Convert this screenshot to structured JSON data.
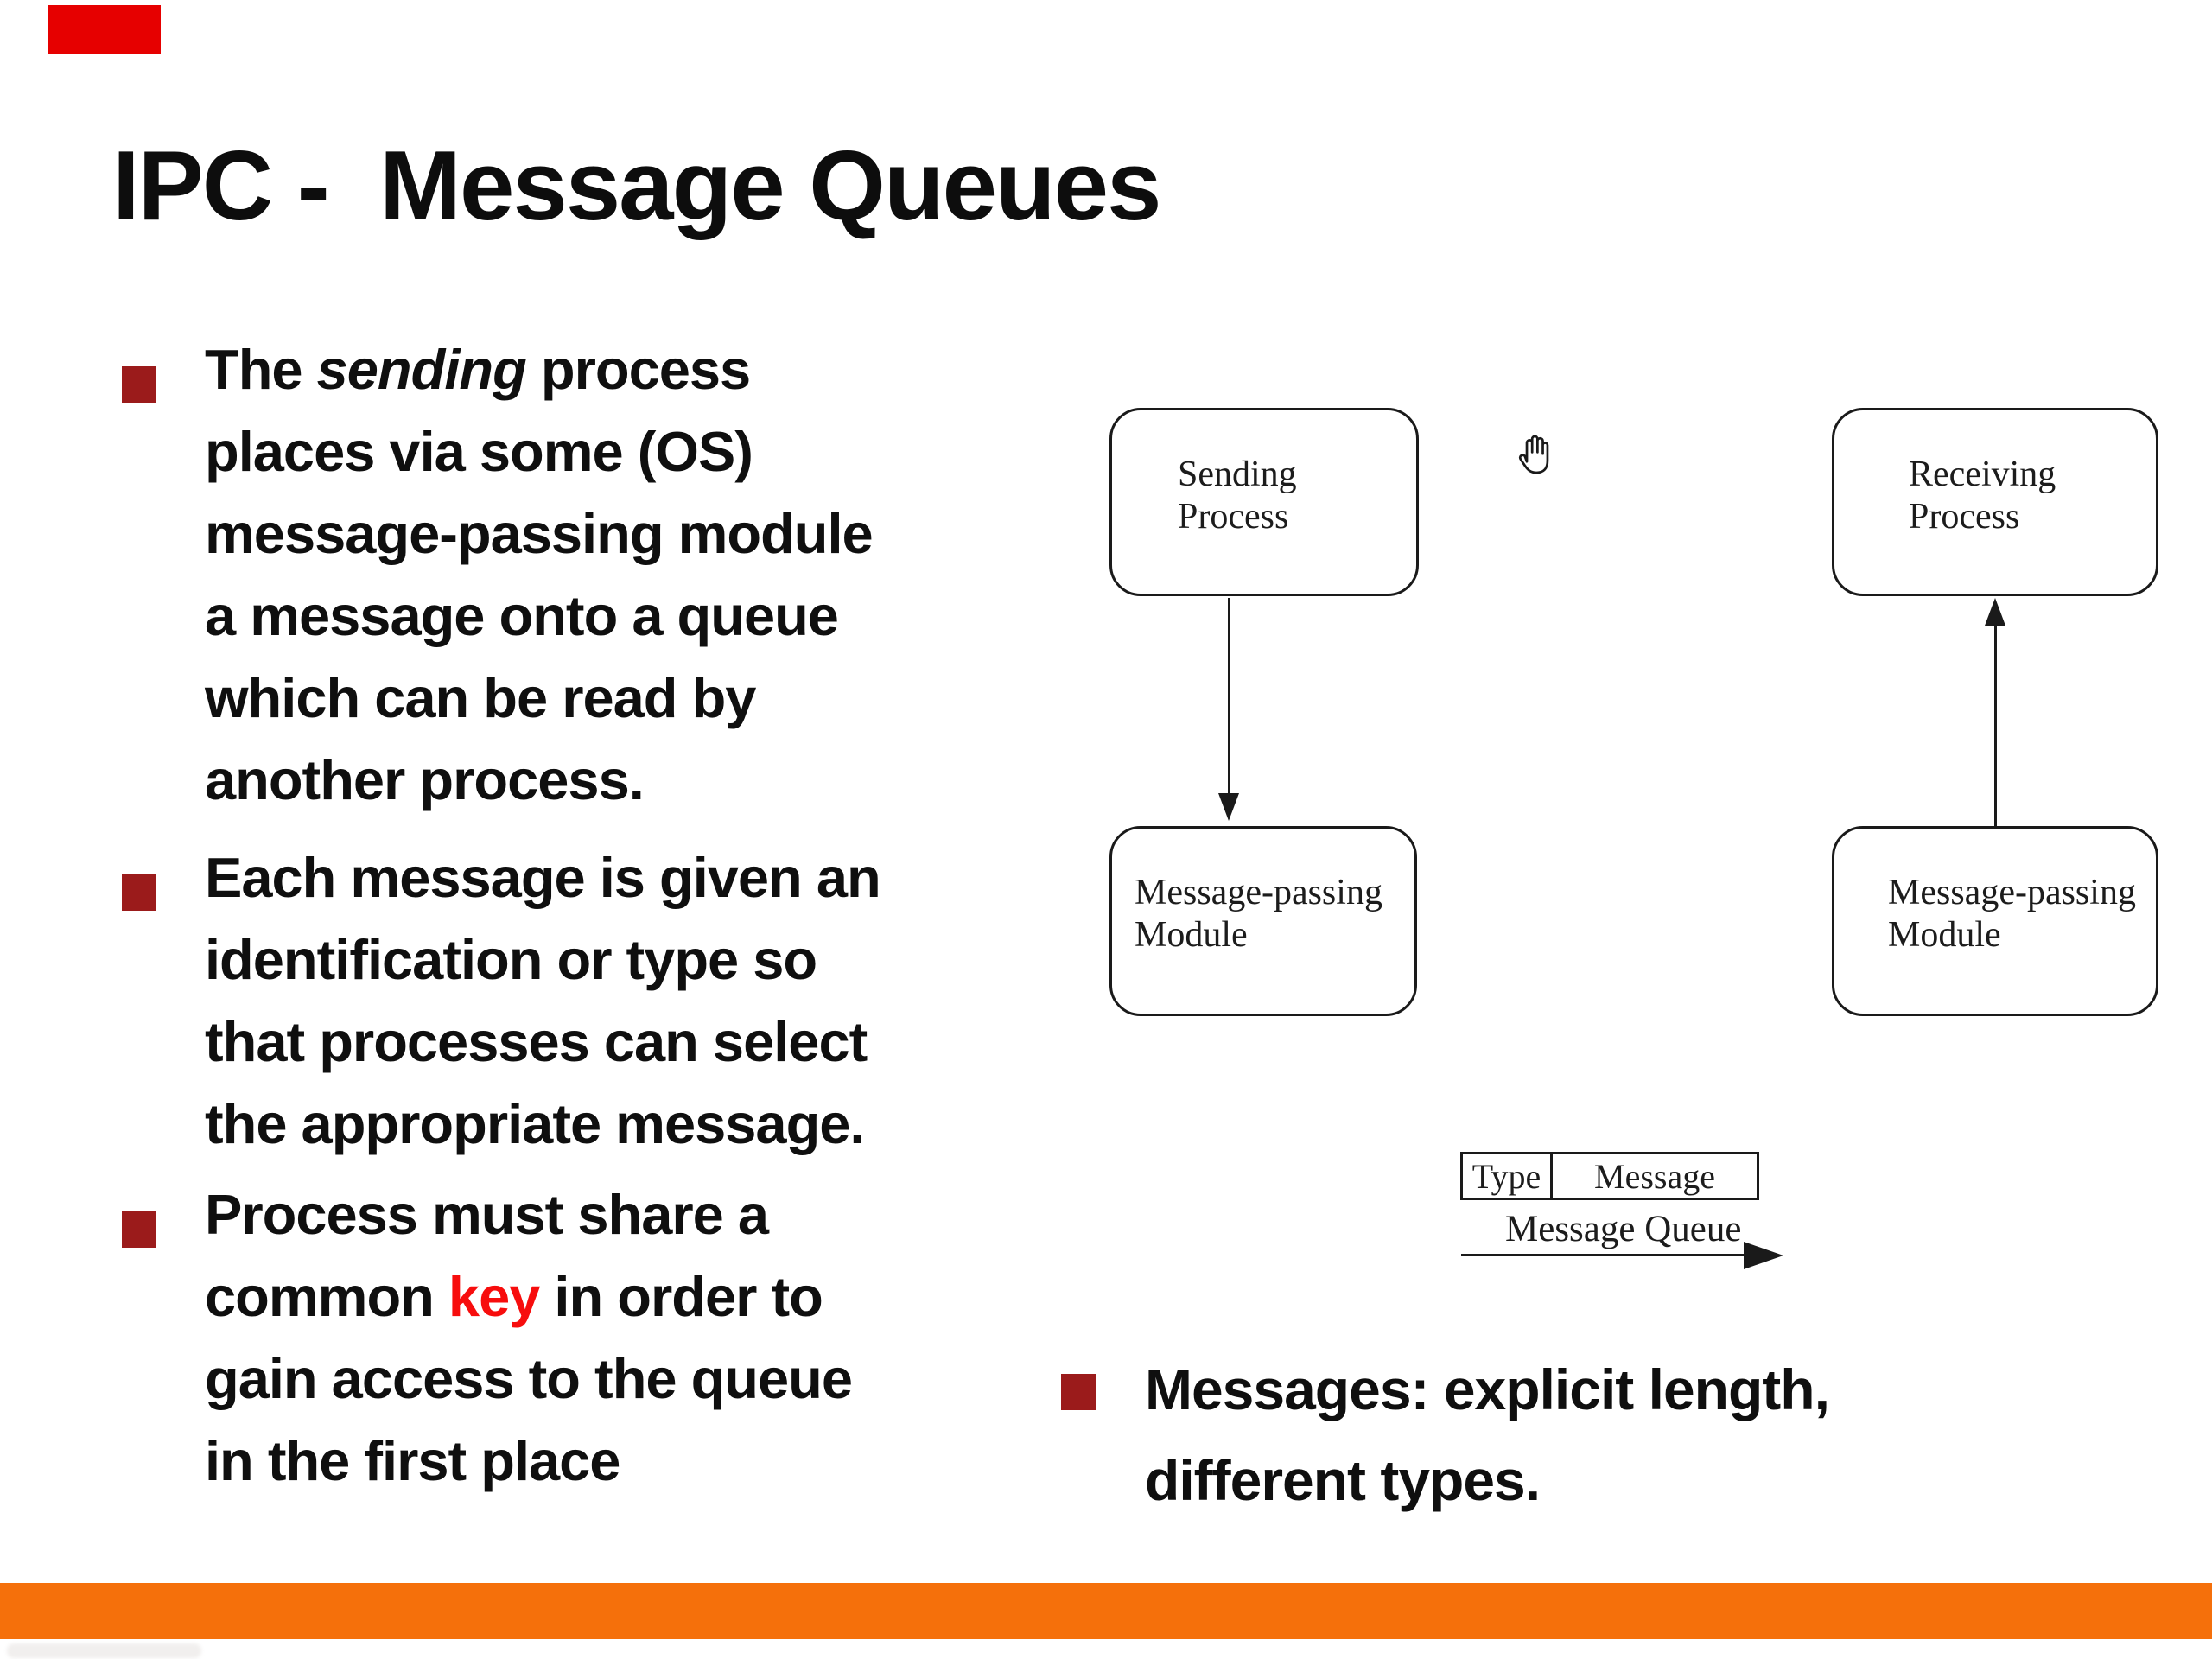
{
  "title": "IPC -  Message Queues",
  "colors": {
    "bullet_square_maroon": "#9b1b1b",
    "key_highlight_red": "#f70d0d",
    "footer_bar_orange": "#f5700b",
    "corner_marker_red": "#e60000",
    "diagram_line_black": "#1a1a1a"
  },
  "bullets": [
    {
      "segments": [
        {
          "t": "The "
        },
        {
          "t": "sending",
          "style": "italic"
        },
        {
          "t": " process\nplaces via some (OS)\nmessage-passing module\na message onto a queue\nwhich can be read by\nanother process."
        }
      ]
    },
    {
      "segments": [
        {
          "t": "Each message is given an\nidentification or type so\nthat processes can select\nthe appropriate message."
        }
      ]
    },
    {
      "segments": [
        {
          "t": "Process must share a\ncommon "
        },
        {
          "t": "key",
          "style": "red"
        },
        {
          "t": " in order to\ngain access to the queue\nin the first place"
        }
      ]
    }
  ],
  "bottom_bullet": {
    "segments": [
      {
        "t": "Messages: explicit length,\ndifferent types."
      }
    ]
  },
  "diagram": {
    "sending_box_label": "Sending\nProcess",
    "receiving_box_label": "Receiving\nProcess",
    "module_left_label": "Message-passing\nModule",
    "module_right_label": "Message-passing\nModule",
    "hand_cursor_icon": "hand-cursor",
    "table": {
      "type_cell": "Type",
      "message_cell": "Message"
    },
    "queue_label": "Message Queue"
  }
}
